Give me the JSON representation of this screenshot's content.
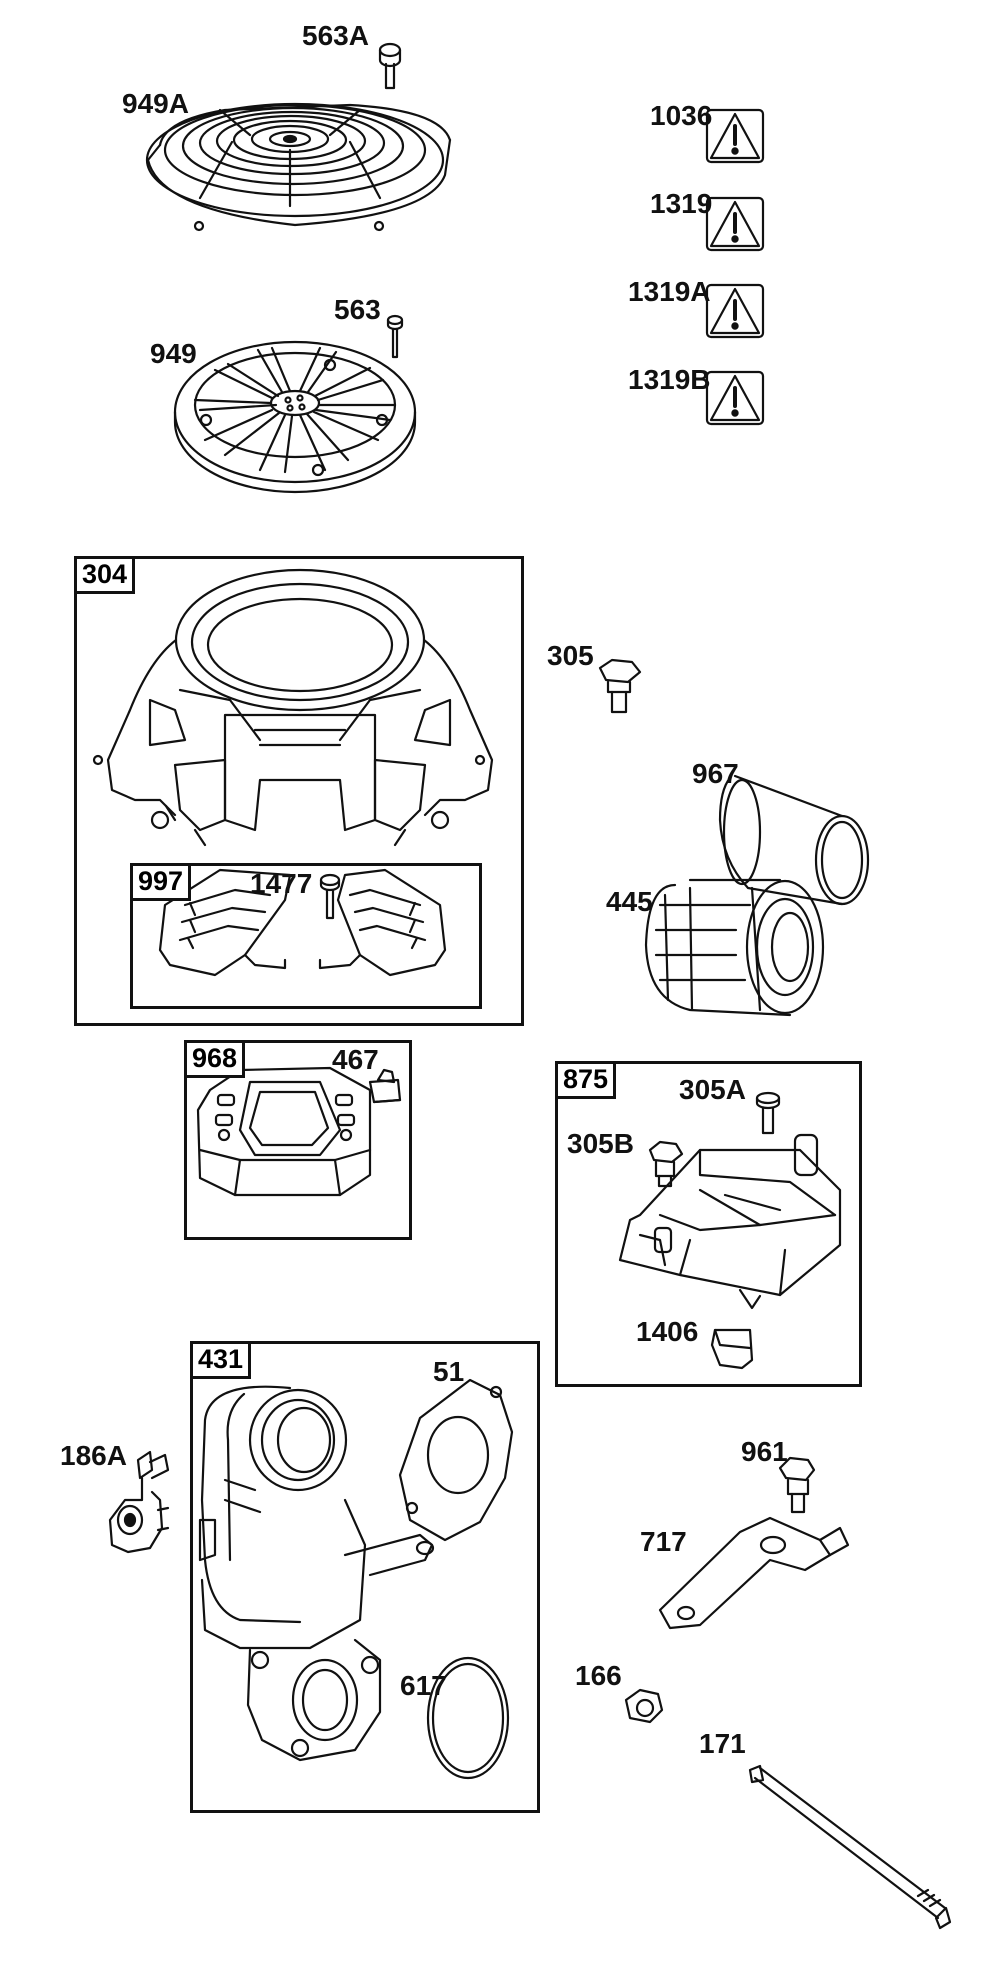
{
  "callouts": {
    "p563A": "563A",
    "p949A": "949A",
    "p1036": "1036",
    "p1319": "1319",
    "p1319A": "1319A",
    "p1319B": "1319B",
    "p563": "563",
    "p949": "949",
    "p305": "305",
    "p967": "967",
    "p445": "445",
    "p1477": "1477",
    "p467": "467",
    "p305A": "305A",
    "p305B": "305B",
    "p1406": "1406",
    "p51": "51",
    "p186A": "186A",
    "p961": "961",
    "p717": "717",
    "p617": "617",
    "p166": "166",
    "p171": "171"
  },
  "groups": {
    "g304": "304",
    "g997": "997",
    "g968": "968",
    "g875": "875",
    "g431": "431"
  }
}
